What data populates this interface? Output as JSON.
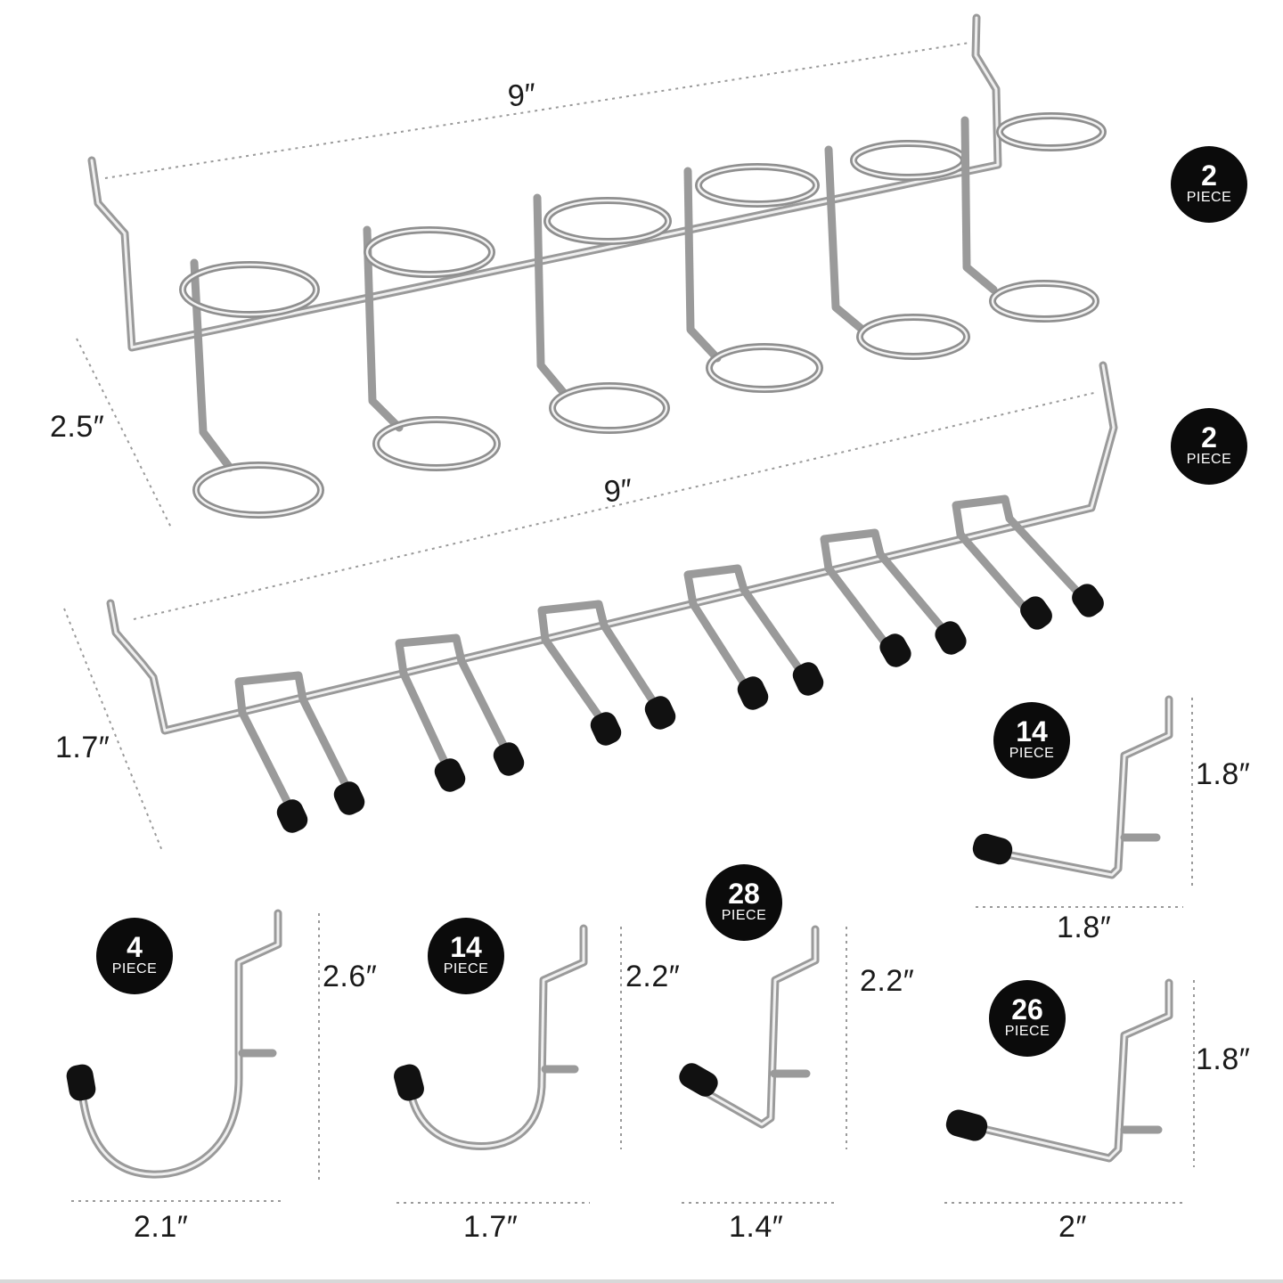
{
  "dimensions": {
    "top_rack_length": "9″",
    "top_rack_depth": "2.5″",
    "middle_rack_length": "9″",
    "middle_rack_depth": "1.7″",
    "l_hook_small_height": "1.8″",
    "l_hook_small_width": "1.8″",
    "j_hook_large_height": "2.6″",
    "j_hook_large_width": "2.1″",
    "j_hook_small_width": "1.7″",
    "angled_hook_height_left": "2.2″",
    "angled_hook_height_right": "2.2″",
    "angled_hook_width": "1.4″",
    "l_hook_large_height": "1.8″",
    "l_hook_large_width": "2″"
  },
  "badges": {
    "ring_rack": {
      "count": "2",
      "unit": "PIECE"
    },
    "prong_rack": {
      "count": "2",
      "unit": "PIECE"
    },
    "l_hook_small": {
      "count": "14",
      "unit": "PIECE"
    },
    "j_hook_large": {
      "count": "4",
      "unit": "PIECE"
    },
    "j_hook_small": {
      "count": "14",
      "unit": "PIECE"
    },
    "angled_hook": {
      "count": "28",
      "unit": "PIECE"
    },
    "l_hook_large": {
      "count": "26",
      "unit": "PIECE"
    }
  },
  "colors": {
    "badge_background": "#0b0b0b",
    "badge_text": "#ffffff",
    "metal": "#9a9a9a",
    "tip": "#111111"
  }
}
